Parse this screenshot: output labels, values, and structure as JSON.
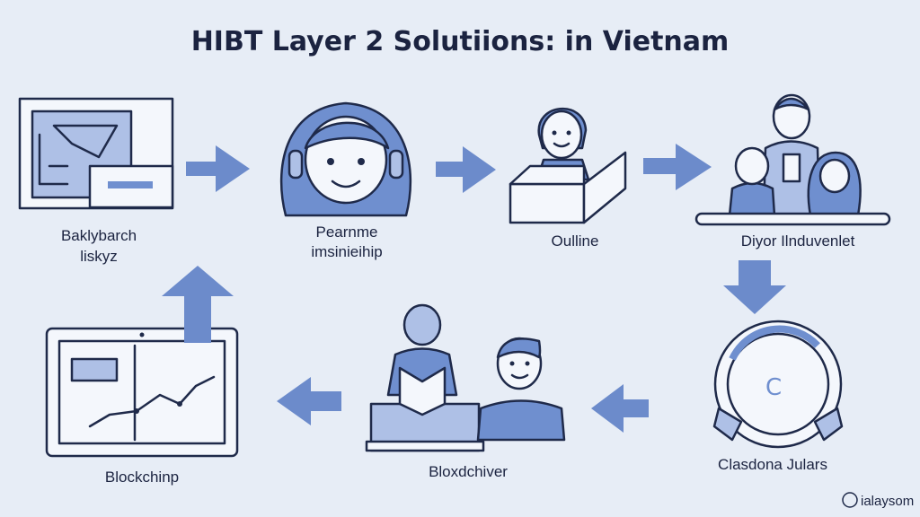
{
  "title": "HIBT Layer 2 Solutiions: in Vietnam",
  "nodes": [
    {
      "line1": "Baklybarch",
      "line2": "liskyz"
    },
    {
      "line1": "Pearnme",
      "line2": "imsinieihip"
    },
    {
      "line1": "Oulline"
    },
    {
      "line1": "Diyor Ilnduvenlet"
    },
    {
      "line1": "Clasdona Julars"
    },
    {
      "line1": "Bloxdchiver"
    },
    {
      "line1": "Blockchinp"
    }
  ],
  "watermark": "ialaysom",
  "colors": {
    "background": "#e7edf6",
    "arrow": "#6c8bcb",
    "ink": "#1b2340"
  }
}
